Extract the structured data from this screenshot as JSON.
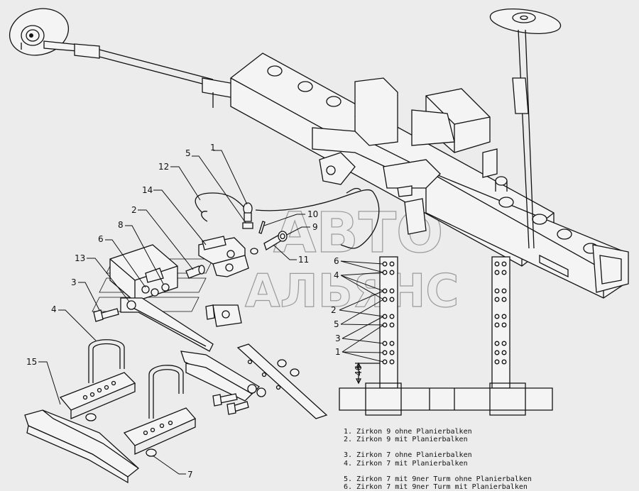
{
  "watermark": {
    "line1": "АВТО",
    "line2": "АЛЬЯНС"
  },
  "callouts": {
    "c1": "1",
    "c2": "2",
    "c3": "3",
    "c4": "4",
    "c5": "5",
    "c6": "6",
    "c7": "7",
    "c8": "8",
    "c9": "9",
    "c10": "10",
    "c11": "11",
    "c12": "12",
    "c13": "13",
    "c14": "14",
    "c15": "15"
  },
  "bracket_labels": {
    "b6": "6",
    "b4": "4",
    "b2": "2",
    "b5": "5",
    "b3": "3",
    "b1": "1",
    "dim": "46"
  },
  "legend": [
    "1. Zirkon 9 ohne Planierbalken",
    "2. Zirkon 9 mit Planierbalken",
    "3. Zirkon 7 ohne Planierbalken",
    "4. Zirkon 7 mit Planierbalken",
    "5. Zirkon 7 mit 9ner Turm ohne Planierbalken",
    "6. Zirkon 7 mit 9ner Turm mit Planierbalken"
  ]
}
